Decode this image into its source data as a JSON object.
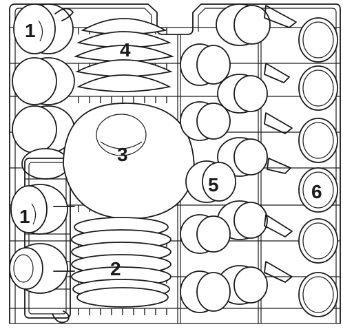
{
  "labels": {
    "cups_left_top": "1",
    "cups_left_bottom": "1",
    "plates_bottom": "2",
    "bowl_large": "3",
    "bowls_stack": "4",
    "cups_middle": "5",
    "glasses_right": "6"
  },
  "items": [
    {
      "id": "1",
      "name": "cups"
    },
    {
      "id": "2",
      "name": "plates"
    },
    {
      "id": "3",
      "name": "large-bowl"
    },
    {
      "id": "4",
      "name": "bowl-stack"
    },
    {
      "id": "5",
      "name": "cups-middle"
    },
    {
      "id": "6",
      "name": "glasses"
    }
  ]
}
